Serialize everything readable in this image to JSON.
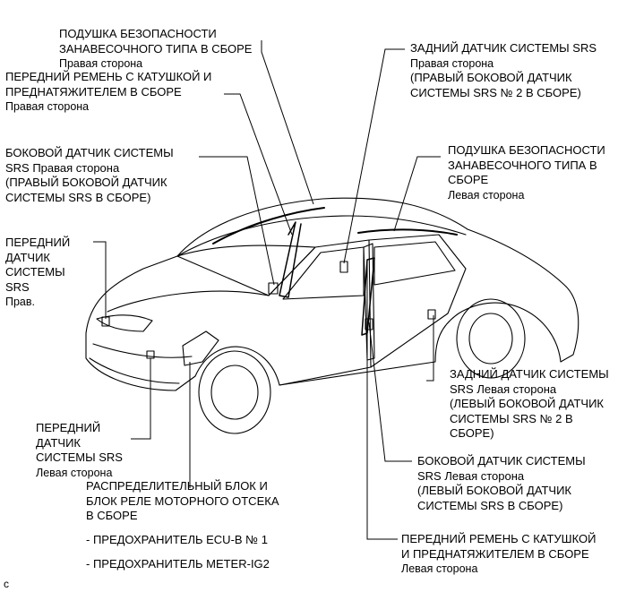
{
  "labels": {
    "curtain_right": {
      "title": "ПОДУШКА БЕЗОПАСНОСТИ\nЗАНАВЕСОЧНОГО ТИПА В СБОРЕ",
      "side": "Правая сторона"
    },
    "front_belt_right": {
      "title": "ПЕРЕДНИЙ РЕМЕНЬ С КАТУШКОЙ И\nПРЕДНАТЯЖИТЕЛЕМ В СБОРЕ",
      "side": "Правая сторона"
    },
    "side_sensor_right": {
      "title": "БОКОВОЙ ДАТЧИК СИСТЕМЫ\nSRS Правая сторона\n(ПРАВЫЙ БОКОВОЙ ДАТЧИК\nСИСТЕМЫ SRS В СБОРЕ)"
    },
    "front_sensor_right": {
      "title": "ПЕРЕДНИЙ\nДАТЧИК\nСИСТЕМЫ\nSRS",
      "side": "Прав."
    },
    "front_sensor_left": {
      "title": "ПЕРЕДНИЙ\nДАТЧИК\nСИСТЕМЫ SRS",
      "side": "Левая сторона"
    },
    "relay_block": {
      "title": "РАСПРЕДЕЛИТЕЛЬНЫЙ БЛОК И\nБЛОК РЕЛЕ МОТОРНОГО ОТСЕКА\nВ СБОРЕ",
      "fuse1": "- ПРЕДОХРАНИТЕЛЬ ECU-B № 1",
      "fuse2": "- ПРЕДОХРАНИТЕЛЬ METER-IG2"
    },
    "rear_sensor_right": {
      "title": "ЗАДНИЙ ДАТЧИК СИСТЕМЫ SRS",
      "side": "Правая сторона",
      "note": "(ПРАВЫЙ БОКОВОЙ ДАТЧИК\nСИСТЕМЫ SRS № 2 В СБОРЕ)"
    },
    "curtain_left": {
      "title": "ПОДУШКА БЕЗОПАСНОСТИ\nЗАНАВЕСОЧНОГО ТИПА В\nСБОРЕ",
      "side": "Левая сторона"
    },
    "rear_sensor_left": {
      "title": "ЗАДНИЙ ДАТЧИК СИСТЕМЫ\nSRS Левая сторона\n(ЛЕВЫЙ БОКОВОЙ ДАТЧИК\nСИСТЕМЫ SRS № 2 В\nСБОРЕ)"
    },
    "side_sensor_left": {
      "title": "БОКОВОЙ ДАТЧИК СИСТЕМЫ\nSRS Левая сторона\n(ЛЕВЫЙ БОКОВОЙ ДАТЧИК\nСИСТЕМЫ SRS В СБОРЕ)"
    },
    "front_belt_left": {
      "title": "ПЕРЕДНИЙ РЕМЕНЬ С КАТУШКОЙ\nИ ПРЕДНАТЯЖИТЕЛЕМ В СБОРЕ",
      "side": "Левая сторона"
    }
  },
  "corner_mark": "c"
}
